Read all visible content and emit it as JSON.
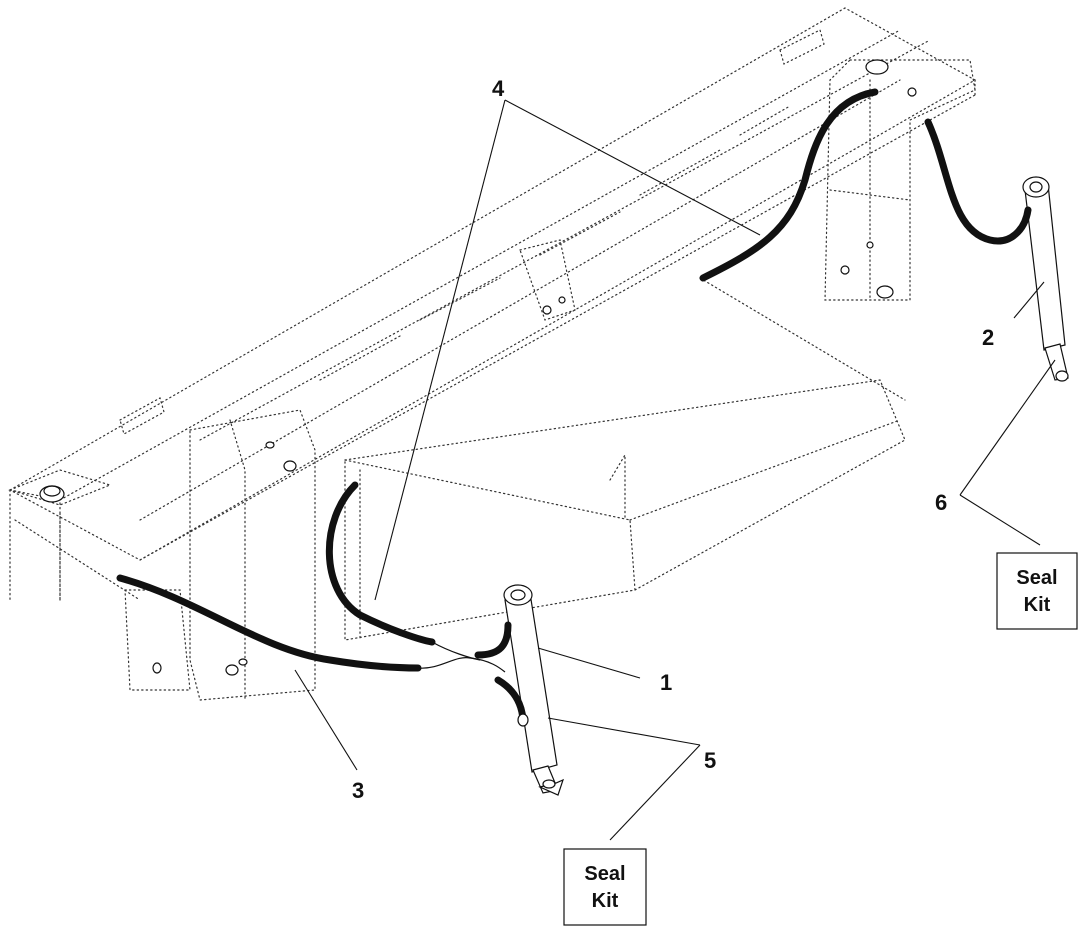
{
  "diagram": {
    "callouts": {
      "c1": "1",
      "c2": "2",
      "c3": "3",
      "c4": "4",
      "c5": "5",
      "c6": "6"
    },
    "seal_kit_boxes": [
      {
        "line1": "Seal",
        "line2": "Kit"
      },
      {
        "line1": "Seal",
        "line2": "Kit"
      }
    ]
  }
}
